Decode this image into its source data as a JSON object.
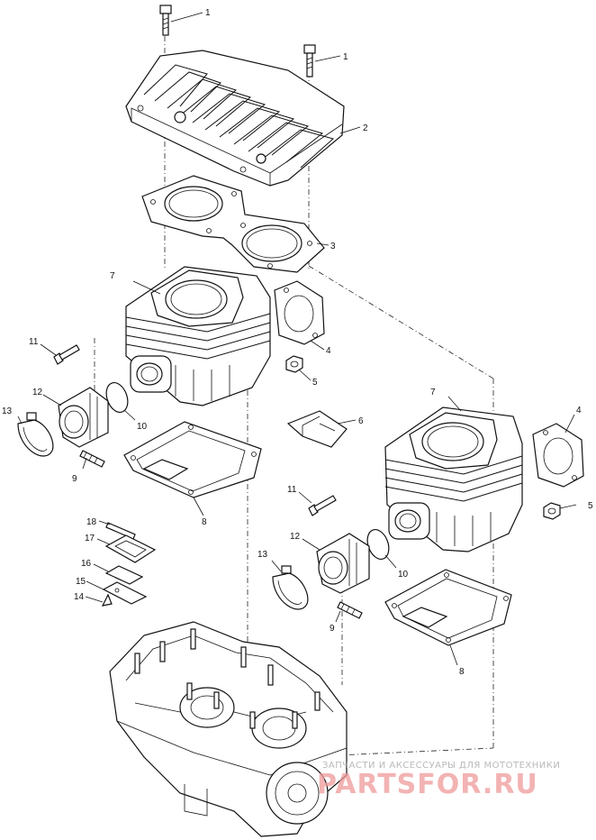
{
  "callouts": [
    {
      "id": "c1a",
      "text": "1"
    },
    {
      "id": "c1b",
      "text": "1"
    },
    {
      "id": "c2",
      "text": "2"
    },
    {
      "id": "c3",
      "text": "3"
    },
    {
      "id": "c7a",
      "text": "7"
    },
    {
      "id": "c4a",
      "text": "4"
    },
    {
      "id": "c5a",
      "text": "5"
    },
    {
      "id": "c11a",
      "text": "11"
    },
    {
      "id": "c12a",
      "text": "12"
    },
    {
      "id": "c13a",
      "text": "13"
    },
    {
      "id": "c10a",
      "text": "10"
    },
    {
      "id": "c9a",
      "text": "9"
    },
    {
      "id": "c8a",
      "text": "8"
    },
    {
      "id": "c6",
      "text": "6"
    },
    {
      "id": "c7b",
      "text": "7"
    },
    {
      "id": "c4b",
      "text": "4"
    },
    {
      "id": "c5b",
      "text": "5"
    },
    {
      "id": "c11b",
      "text": "11"
    },
    {
      "id": "c12b",
      "text": "12"
    },
    {
      "id": "c13b",
      "text": "13"
    },
    {
      "id": "c10b",
      "text": "10"
    },
    {
      "id": "c9b",
      "text": "9"
    },
    {
      "id": "c8b",
      "text": "8"
    },
    {
      "id": "c18",
      "text": "18"
    },
    {
      "id": "c17",
      "text": "17"
    },
    {
      "id": "c16",
      "text": "16"
    },
    {
      "id": "c15",
      "text": "15"
    },
    {
      "id": "c14",
      "text": "14"
    }
  ],
  "watermark": {
    "tagline": "ЗАПЧАСТИ И АКСЕССУАРЫ ДЛЯ МОТОТЕХНИКИ",
    "brand": "PARTSFOR.RU",
    "color": "#e57373"
  }
}
